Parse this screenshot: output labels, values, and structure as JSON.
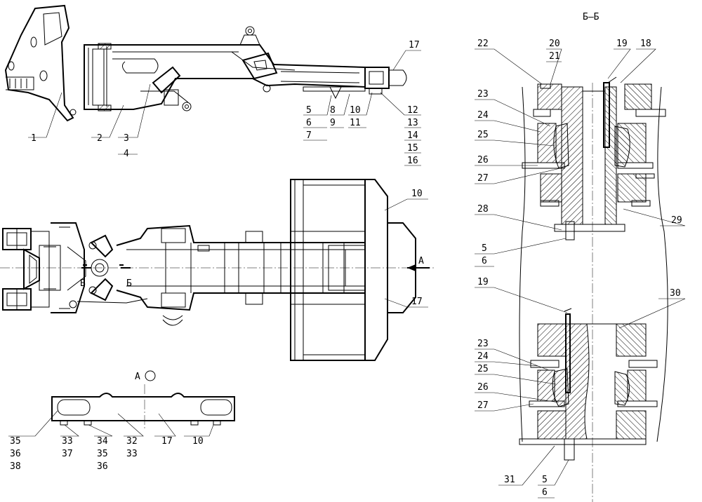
{
  "section_title": "Б–Б",
  "view_a_title": "А",
  "section_mark": "Б",
  "arrow_mark": "А",
  "callouts": {
    "c1": "1",
    "c2": "2",
    "c3": "3",
    "c4": "4",
    "c5": "5",
    "c6": "6",
    "c7": "7",
    "c8": "8",
    "c9": "9",
    "c10": "10",
    "c11": "11",
    "c12": "12",
    "c13": "13",
    "c14": "14",
    "c15": "15",
    "c16": "16",
    "c17": "17",
    "p_10": "10",
    "p_17": "17",
    "b_35": "35",
    "b_36": "36",
    "b_38": "38",
    "b_33": "33",
    "b_37": "37",
    "b_34": "34",
    "b_35b": "35",
    "b_36b": "36",
    "b_32": "32",
    "b_33b": "33",
    "b_17": "17",
    "b_10": "10",
    "s_22": "22",
    "s_20": "20",
    "s_21": "21",
    "s_19": "19",
    "s_18": "18",
    "s_23": "23",
    "s_24": "24",
    "s_25": "25",
    "s_26": "26",
    "s_27": "27",
    "s_28": "28",
    "s_29": "29",
    "s_5": "5",
    "s_6": "6",
    "s_19b": "19",
    "s_30": "30",
    "s_23b": "23",
    "s_24b": "24",
    "s_25b": "25",
    "s_26b": "26",
    "s_27b": "27",
    "s_31": "31",
    "s_5b": "5",
    "s_6b": "6"
  }
}
